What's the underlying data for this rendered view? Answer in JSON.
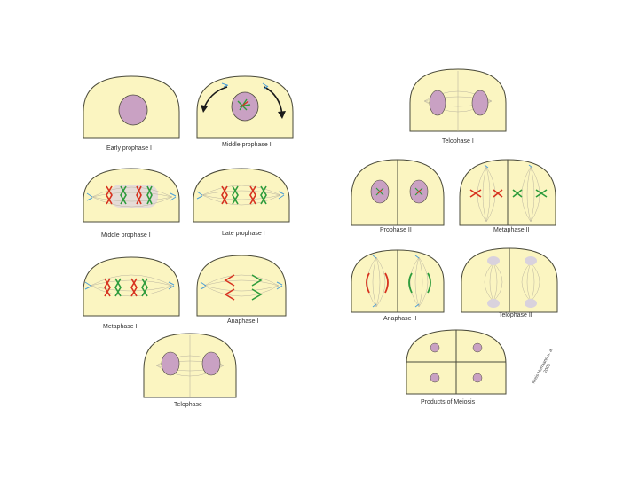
{
  "figure": {
    "colors": {
      "cell_fill": "#fbf5c1",
      "cell_stroke": "#4a4a3a",
      "nucleus": "#c9a1c3",
      "chromatid_red": "#d7321f",
      "chromatid_green": "#2e9c3c",
      "centriole_blue": "#4d9fd6",
      "arrow": "#1a1a1a"
    },
    "stages": [
      {
        "label": "Early prophase I"
      },
      {
        "label": "Middle prophase I"
      },
      {
        "label": "Middle prophase I"
      },
      {
        "label": "Late prophase I"
      },
      {
        "label": "Metaphase I"
      },
      {
        "label": "Anaphase I"
      },
      {
        "label": "Telophase"
      },
      {
        "label": "Telophase I"
      },
      {
        "label": "Prophase II"
      },
      {
        "label": "Metaphase II"
      },
      {
        "label": "Anaphase II"
      },
      {
        "label": "Telophase II"
      },
      {
        "label": "Products of Meiosis"
      }
    ],
    "credit": {
      "line1": "Kreis Hermann u. a.",
      "line2": "2005"
    }
  }
}
